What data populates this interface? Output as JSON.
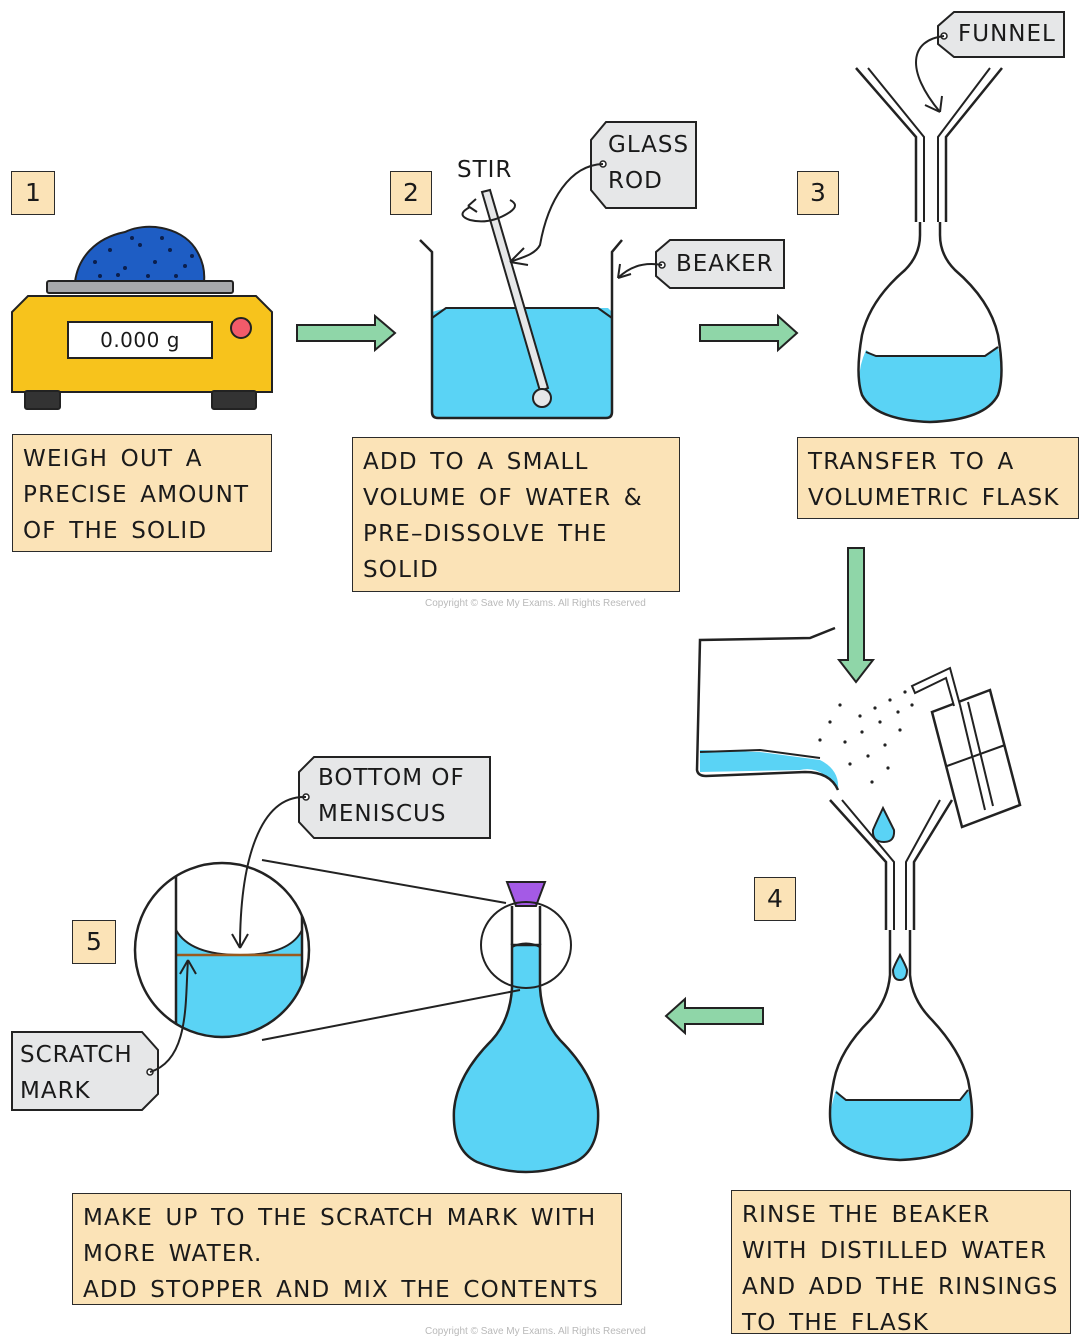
{
  "colors": {
    "water": "#5ad3f5",
    "caption_fill": "#fbe3b7",
    "tag_fill": "#e6e7e8",
    "arrow_fill": "#8fd6a8",
    "balance_yellow": "#f7c31c",
    "solid_blue": "#1e5dc4",
    "stopper_purple": "#a45ae6",
    "scratch_brown": "#9a5a1e"
  },
  "steps": [
    "1",
    "2",
    "3",
    "4",
    "5"
  ],
  "captions": {
    "weigh": "WEIGH  OUT  A\nPRECISE  AMOUNT\nOF  THE  SOLID",
    "dissolve": "ADD TO  A  SMALL\nVOLUME  OF  WATER &\nPRE–DISSOLVE  THE\nSOLID",
    "transfer": "TRANSFER  TO  A\nVOLUMETRIC  FLASK",
    "rinse": "RINSE  THE  BEAKER\nWITH  DISTILLED  WATER\nAND  ADD  THE  RINSINGS\nTO  THE  FLASK",
    "makeup": "MAKE  UP TO THE  SCRATCH  MARK  WITH\nMORE  WATER.\nADD  STOPPER  AND  MIX  THE  CONTENTS"
  },
  "labels": {
    "stir": "STIR",
    "glass_rod": "GLASS\nROD",
    "beaker": "BEAKER",
    "funnel": "FUNNEL",
    "bottom_of_meniscus": "BOTTOM  OF\nMENISCUS",
    "scratch_mark": "SCRATCH\nMARK"
  },
  "scale_reading": "0.000 g",
  "copyright": "Copyright © Save My Exams. All Rights Reserved"
}
